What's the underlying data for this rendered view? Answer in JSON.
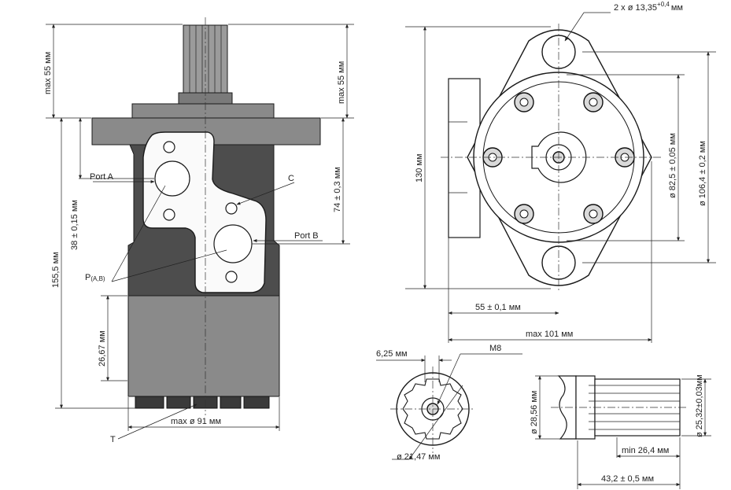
{
  "labels": {
    "max_55_left": "max 55 мм",
    "max_55_right": "max 55 мм",
    "dim_155_5": "155,5 мм",
    "dim_38": "38 ± 0,15 мм",
    "dim_74": "74 ± 0,3 мм",
    "dim_26_67": "26,67 мм",
    "max_d91": "max ø 91 мм",
    "port_a": "Port A",
    "port_b": "Port B",
    "port_c": "C",
    "port_p": "P",
    "port_p_sub": "(A,B)",
    "port_t": "T",
    "holes_prefix": "2 x ø 13,35",
    "holes_tol": "+0,4",
    "holes_unit": "мм",
    "dim_130": "130 мм",
    "dim_82_5": "ø 82,5 ± 0,05 мм",
    "dim_106_4": "ø 106,4 ± 0,2 мм",
    "dim_55_01": "55 ± 0,1 мм",
    "max_101": "max 101 мм",
    "dim_6_25": "6,25 мм",
    "thread_m8": "M8",
    "dim_21_47": "ø 21,47 мм",
    "dim_28_56": "ø 28,56 мм",
    "dim_25_32": "ø 25,32±0,03мм",
    "min_26_4": "min 26,4 мм",
    "dim_43_2": "43,2 ± 0,5 мм"
  }
}
